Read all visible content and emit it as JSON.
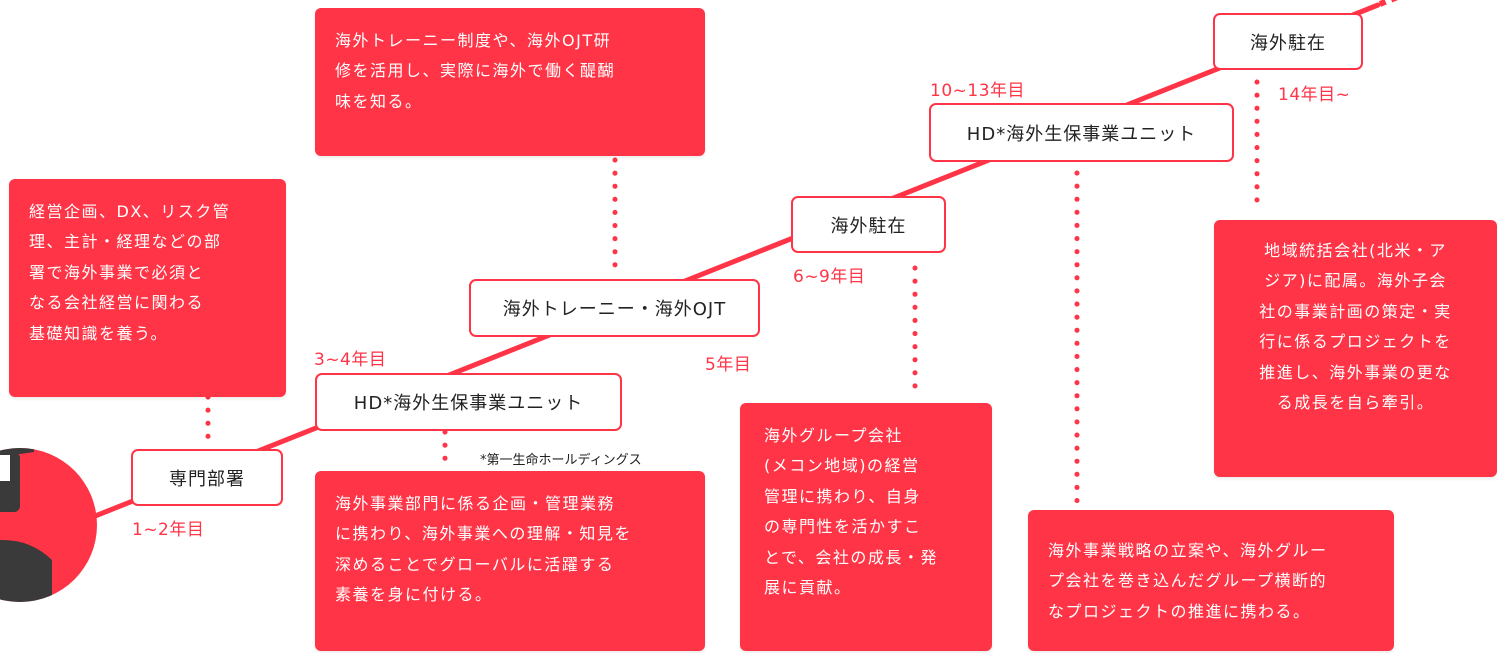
{
  "colors": {
    "accent": "#ff3446",
    "box_text": "#222222",
    "avatar": "#3a3a3a"
  },
  "stages": [
    {
      "label": "専門部署",
      "years": "1~2年目"
    },
    {
      "label": "HD*海外生保事業ユニット",
      "years": "3~4年目"
    },
    {
      "label": "海外トレーニー・海外OJT",
      "years": "5年目"
    },
    {
      "label": "海外駐在",
      "years": "6~9年目"
    },
    {
      "label": "HD*海外生保事業ユニット",
      "years": "10~13年目"
    },
    {
      "label": "海外駐在",
      "years": "14年目~"
    }
  ],
  "footnote": "*第一生命ホールディングス",
  "descriptions": {
    "d1": [
      "経営企画、DX、リスク管",
      "理、主計・経理などの部",
      "署で海外事業で必須と",
      "なる会社経営に関わる",
      "基礎知識を養う。"
    ],
    "d2": [
      "海外事業部門に係る企画・管理業務",
      "に携わり、海外事業への理解・知見を",
      "深めることでグローバルに活躍する",
      "素養を身に付ける。"
    ],
    "d3": [
      "海外トレーニー制度や、海外OJT研",
      "修を活用し、実際に海外で働く醍醐",
      "味を知る。"
    ],
    "d4": [
      "海外グループ会社",
      "(メコン地域)の経営",
      "管理に携わり、自身",
      "の専門性を活かすこ",
      "とで、会社の成長・発",
      "展に貢献。"
    ],
    "d5": [
      "海外事業戦略の立案や、海外グルー",
      "プ会社を巻き込んだグループ横断的",
      "なプロジェクトの推進に携わる。"
    ],
    "d6": [
      "地域統括会社(北米・ア",
      "ジア)に配属。海外子会",
      "社の事業計画の策定・実",
      "行に係るプロジェクトを",
      "推進し、海外事業の更な",
      "る成長を自ら牽引。"
    ]
  }
}
